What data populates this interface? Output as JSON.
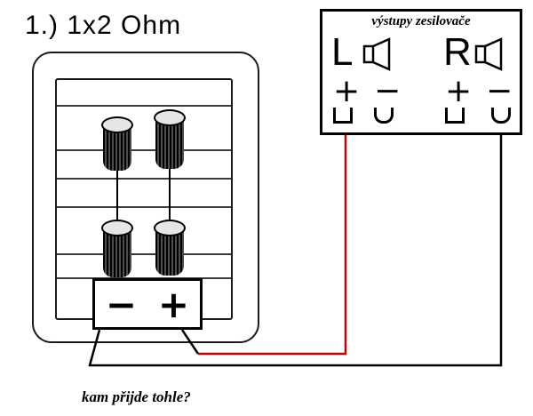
{
  "colors": {
    "background": "#ffffff",
    "ink": "#000000",
    "wire_plus": "#c00000",
    "wire_minus": "#000000"
  },
  "heading": "1.) 1x2 Ohm",
  "amplifier": {
    "title": "výstupy zesilovače",
    "channels": [
      {
        "label": "L",
        "plus": "+",
        "minus": "−"
      },
      {
        "label": "R",
        "plus": "+",
        "minus": "−"
      }
    ]
  },
  "speaker_panel": {
    "minus": "−",
    "plus": "+"
  },
  "caption": "kam přijde tohle?",
  "icons": {
    "speaker": "speaker-icon"
  }
}
